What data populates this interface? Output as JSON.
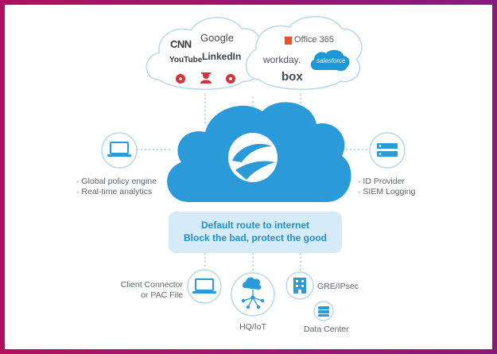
{
  "saas_cloud": {
    "logos": [
      "CNN",
      "Google",
      "YouTube",
      "LinkedIn"
    ]
  },
  "enterprise_cloud": {
    "logos": [
      "Office 365",
      "workday.",
      "salesforce",
      "box"
    ]
  },
  "left_node": {
    "icon": "laptop-icon",
    "items": [
      "· Global policy engine",
      "· Real-time analytics"
    ]
  },
  "right_node": {
    "icon": "server-icon",
    "items": [
      "· ID Provider",
      "· SIEM Logging"
    ]
  },
  "banner": {
    "line1": "Default route to internet",
    "line2": "Block the bad, protect the good"
  },
  "bottom_nodes": {
    "client_connector": "Client Connector\nor PAC File",
    "hq_iot": "HQ/IoT",
    "gre_ipsec": "GRE/IPsec",
    "data_center": "Data Center"
  },
  "colors": {
    "accent_blue": "#1d8fd3",
    "cloud_blue": "#2a9bd8",
    "banner_bg": "#d5ecf8",
    "threat_red": "#d4333b",
    "border_magenta": "#b0105e"
  }
}
